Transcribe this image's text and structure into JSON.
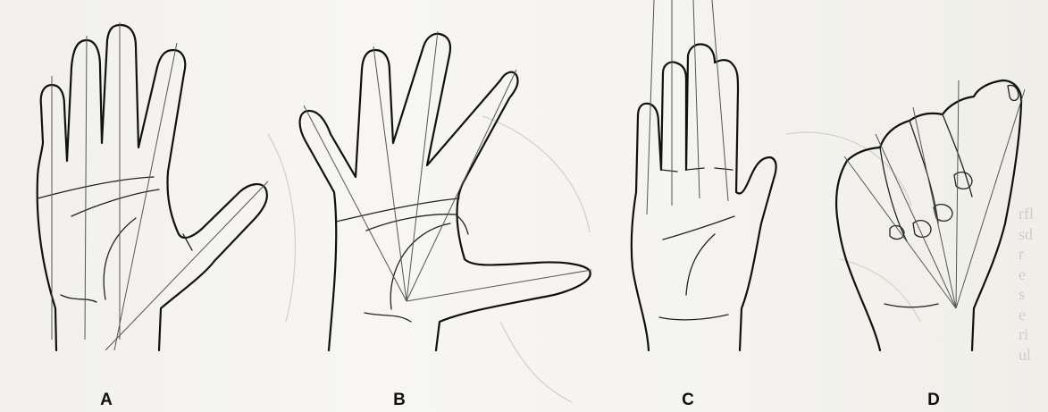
{
  "panels": [
    {
      "id": "A",
      "label": "A"
    },
    {
      "id": "B",
      "label": "B"
    },
    {
      "id": "C",
      "label": "C"
    },
    {
      "id": "D",
      "label": "D"
    }
  ],
  "bleed_text_lines": [
    "rfl",
    "sd",
    "r",
    "e",
    "s",
    "e",
    "ri",
    "ul"
  ]
}
